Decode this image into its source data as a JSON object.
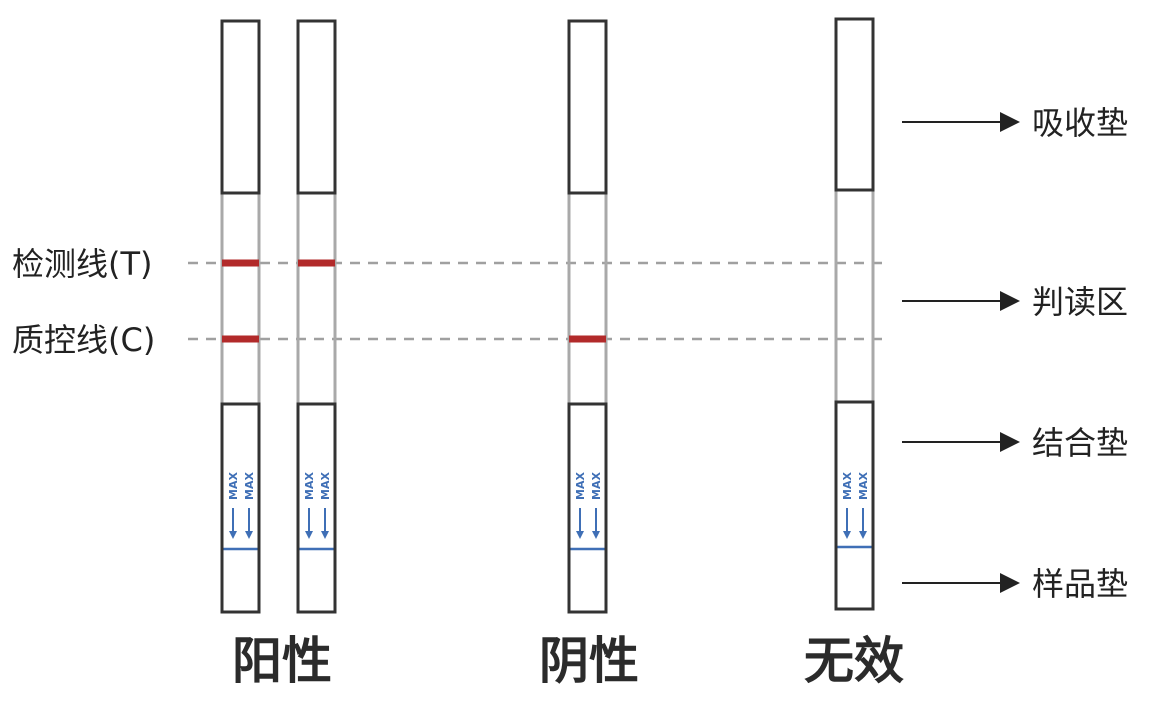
{
  "line_labels": {
    "test_line": "检测线(T)",
    "control_line": "质控线(C)"
  },
  "zone_labels": {
    "absorbent_pad": "吸收垫",
    "reading_zone": "判读区",
    "conjugate_pad": "结合垫",
    "sample_pad": "样品垫"
  },
  "result_labels": {
    "positive": "阳性",
    "negative": "阴性",
    "invalid": "无效"
  },
  "max_marker_text": "MAX",
  "strips": [
    {
      "result": "positive",
      "t_line": true,
      "c_line": true
    },
    {
      "result": "positive",
      "t_line": true,
      "c_line": false
    },
    {
      "result": "negative",
      "t_line": false,
      "c_line": true
    },
    {
      "result": "invalid",
      "t_line": false,
      "c_line": false
    }
  ],
  "colors": {
    "strip_outline": "#333333",
    "window_edge": "#a9a9a9",
    "result_line_red": "#b22a2a",
    "max_blue": "#3f6fb6",
    "dashed_guide": "#a0a0a0",
    "arrow": "#222222"
  }
}
